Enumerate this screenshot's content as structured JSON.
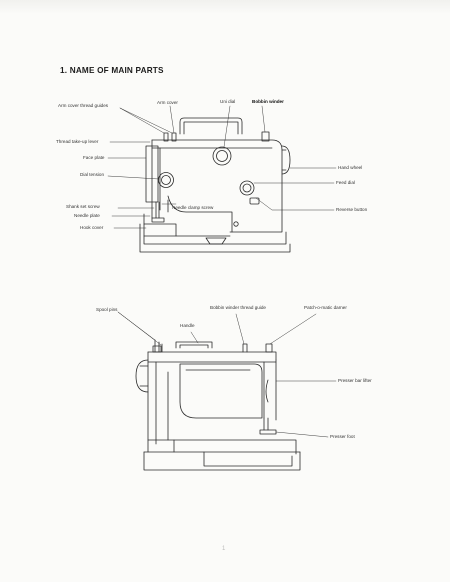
{
  "heading": "1. NAME OF MAIN PARTS",
  "top_diagram": {
    "labels": {
      "arm_cover_thread_guides": "Arm cover thread guides",
      "arm_cover": "Arm cover",
      "uni_dial": "Uni dial",
      "bobbin_winder": "Bobbin winder",
      "thread_takeup_lever": "Thread take-up lever",
      "face_plate": "Face plate",
      "dial_tension": "Dial tension",
      "hand_wheel": "Hand wheel",
      "feed_dial": "Feed dial",
      "shank_set_screw": "Shank set screw",
      "needle_clamp_screw": "Needle clamp screw",
      "needle_plate": "Needle plate",
      "reverse_button": "Reverse button",
      "hook_cover": "Hook cover"
    }
  },
  "bottom_diagram": {
    "labels": {
      "spool_pins": "Spool pins",
      "bobbin_winder_thread_guide": "Bobbin winder thread guide",
      "patch_o_matic_darner": "Patch-o-matic darner",
      "handle": "Handle",
      "presser_bar_lifter": "Presser bar lifter",
      "presser_foot": "Presser foot"
    }
  },
  "footer_mark": "1"
}
